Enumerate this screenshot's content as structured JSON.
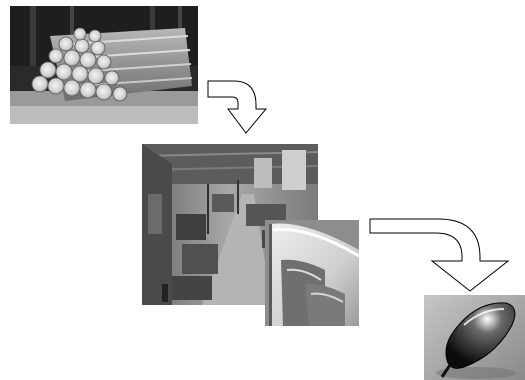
{
  "diagram": {
    "kind": "process-flow",
    "style": "grayscale",
    "stages": [
      {
        "name": "log-pile"
      },
      {
        "name": "sawmill-interior"
      },
      {
        "name": "curved-laminated-wood"
      },
      {
        "name": "finished-product"
      }
    ],
    "connectors": [
      {
        "from": "log-pile",
        "to": "sawmill-interior"
      },
      {
        "from": "curved-laminated-wood",
        "to": "finished-product"
      }
    ],
    "colors": {
      "background": "#ffffff",
      "arrow_stroke": "#000000",
      "arrow_fill": "#ffffff"
    }
  }
}
